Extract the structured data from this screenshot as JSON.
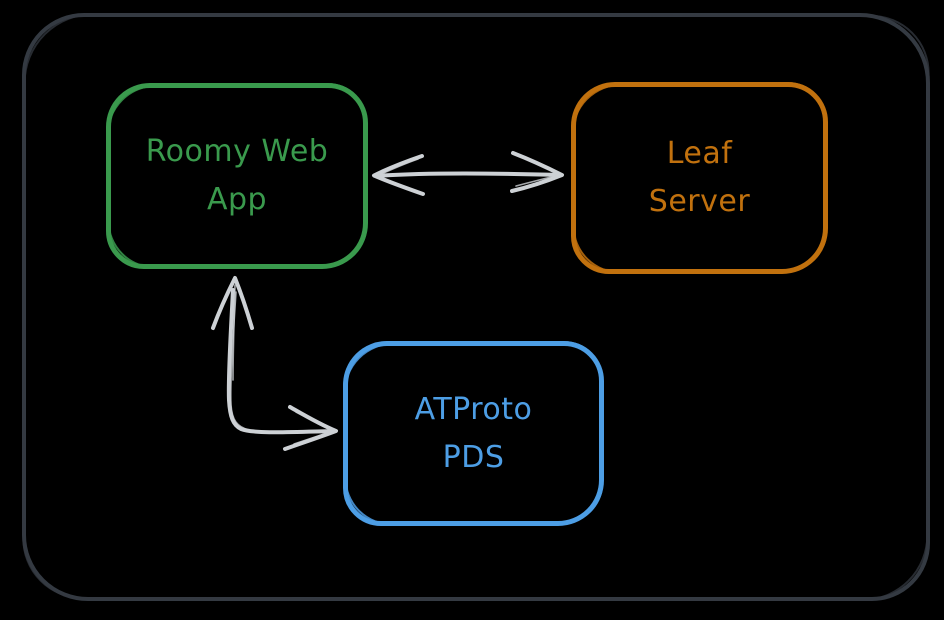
{
  "diagram": {
    "background": "#000000",
    "frame_color": "#343a42",
    "arrow_color": "#cdd1d5",
    "nodes": [
      {
        "id": "roomy-web-app",
        "label": "Roomy Web App",
        "line1": "Roomy Web",
        "line2": "App",
        "color": "#3a9a4d"
      },
      {
        "id": "leaf-server",
        "label": "Leaf Server",
        "line1": "Leaf",
        "line2": "Server",
        "color": "#c1710e"
      },
      {
        "id": "atproto-pds",
        "label": "ATProto PDS",
        "line1": "ATProto",
        "line2": "PDS",
        "color": "#4d9ee5"
      }
    ],
    "edges": [
      {
        "id": "roomy-leaf",
        "from": "Roomy Web App",
        "to": "Leaf Server",
        "direction": "bidirectional",
        "color": "#cdd1d5"
      },
      {
        "id": "roomy-pds",
        "from": "Roomy Web App",
        "to": "ATProto PDS",
        "direction": "bidirectional",
        "color": "#cdd1d5"
      }
    ]
  }
}
